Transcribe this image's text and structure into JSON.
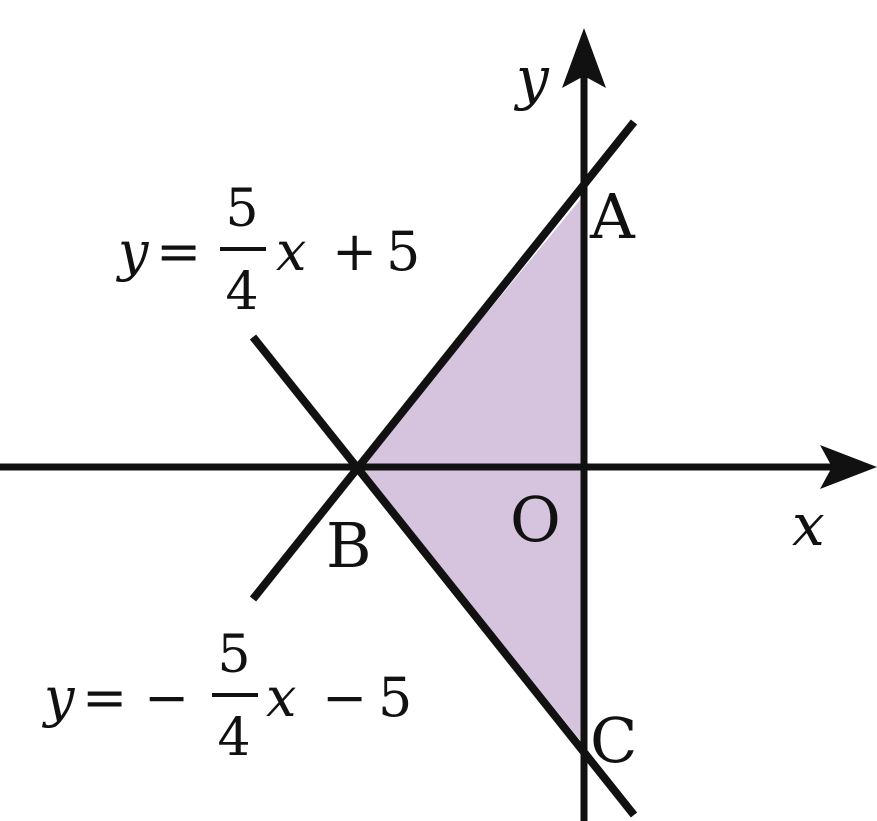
{
  "axes": {
    "x_label": "x",
    "y_label": "y",
    "origin_label": "O"
  },
  "points": {
    "A": {
      "label": "A",
      "x": 0,
      "y": 5
    },
    "B": {
      "label": "B",
      "x": -4,
      "y": 0
    },
    "C": {
      "label": "C",
      "x": 0,
      "y": -5
    }
  },
  "lines": {
    "upper": {
      "lhs": "y",
      "eq": "=",
      "sign": "",
      "num": "5",
      "den": "4",
      "var": "x",
      "tail_op": "+",
      "tail_num": "5"
    },
    "lower": {
      "lhs": "y",
      "eq": "=",
      "sign": "−",
      "num": "5",
      "den": "4",
      "var": "x",
      "tail_op": "−",
      "tail_num": "5"
    }
  },
  "colors": {
    "triangle_fill": "#d6c3de",
    "stroke": "#111111"
  }
}
